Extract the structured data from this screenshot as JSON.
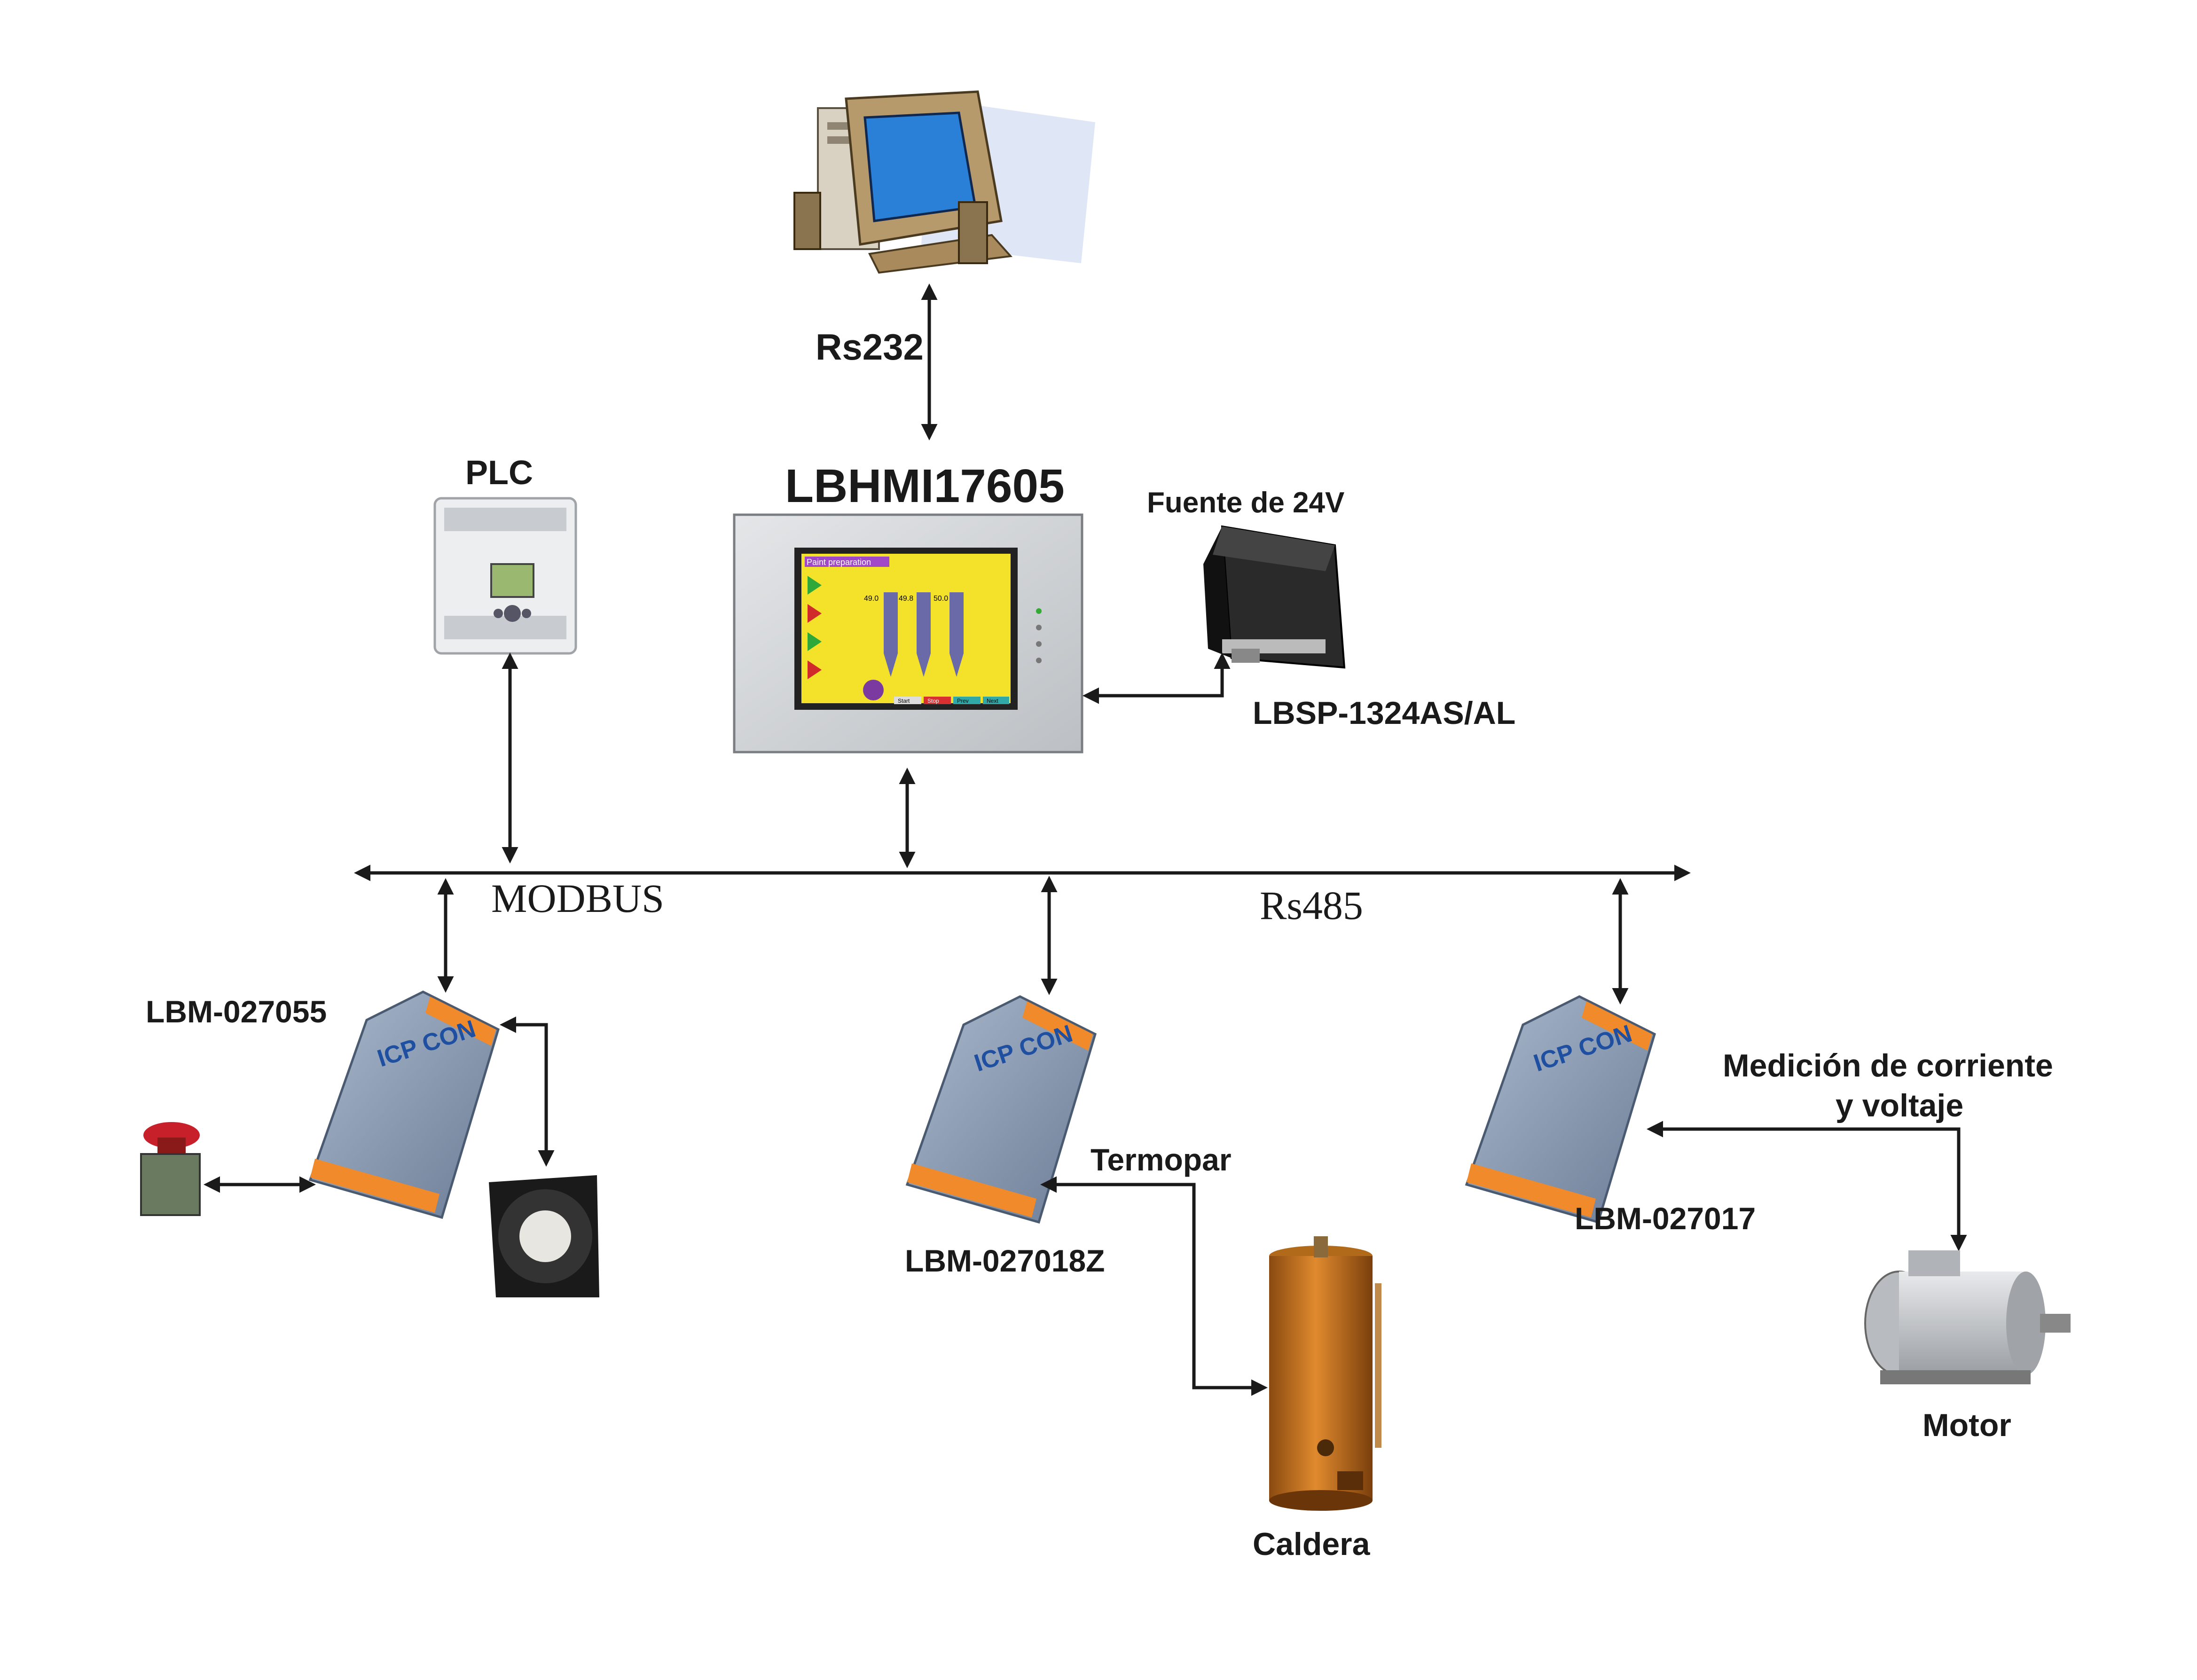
{
  "labels": {
    "rs232": "Rs232",
    "hmi": "LBHMI17605",
    "plc": "PLC",
    "power_title": "Fuente de 24V",
    "power_model": "LBSP-1324AS/AL",
    "modbus": "MODBUS",
    "rs485": "Rs485",
    "mod1": "LBM-027055",
    "mod2": "LBM-027018Z",
    "mod3": "LBM-027017",
    "termopar": "Termopar",
    "medicion_line1": "Medición de corriente",
    "medicion_line2": "y voltaje",
    "caldera": "Caldera",
    "motor": "Motor"
  },
  "hmi_screen": {
    "title": "Paint preparation",
    "readouts": [
      "49.0",
      "49.8",
      "50.0"
    ],
    "buttons": [
      "Start",
      "Stop",
      "Prev",
      "Next"
    ]
  },
  "module_brand": "ICP CON",
  "colors": {
    "line": "#1a1a1a",
    "module_body": "#8a9bb3",
    "module_terminal": "#f08a2a",
    "hmi_screen": "#f4e12a",
    "caldera": "#c4741c",
    "monitor_screen": "#2a7fd6"
  },
  "icons": [
    "computer-icon",
    "plc-icon",
    "hmi-panel-icon",
    "power-supply-icon",
    "io-module-icon",
    "emergency-button-icon",
    "fan-icon",
    "boiler-icon",
    "motor-icon"
  ]
}
